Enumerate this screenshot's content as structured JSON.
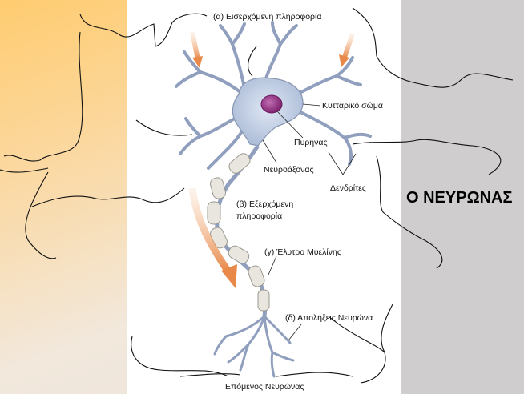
{
  "title": "Ο ΝΕΥΡΩΝΑΣ",
  "labels": {
    "incoming": "(α) Εισερχόμενη πληροφορία",
    "cell_body": "Κυτταρικό σώμα",
    "nucleus": "Πυρήνας",
    "axon": "Νευροάξονας",
    "dendrites": "Δενδρίτες",
    "outgoing_line1": "(β) Εξερχόμενη",
    "outgoing_line2": "πληροφορία",
    "myelin": "(γ) Έλυτρο Μυελίνης",
    "terminals": "(δ) Απολήξεις Νευρώνα",
    "next_neuron": "Επόμενος Νευρώνας"
  },
  "colors": {
    "left_panel": "#ffcc70",
    "right_panel": "#cfcdcd",
    "neuron_fill": "#b7c6de",
    "neuron_stroke": "#8795b0",
    "nucleus": "#9b3d8c",
    "arrow": "#e8894a",
    "myelin": "#e8e6df"
  }
}
